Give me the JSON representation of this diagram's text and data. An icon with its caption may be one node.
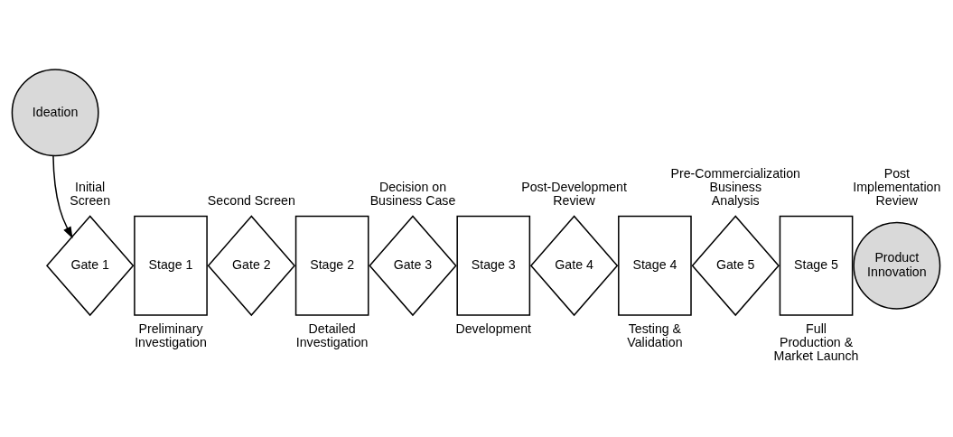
{
  "diagram": {
    "nodes": [
      {
        "text": [
          "Ideation"
        ]
      },
      {
        "text": [
          "Gate 1"
        ],
        "beside": [
          "Initial Screen"
        ]
      },
      {
        "text": [
          "Stage 1"
        ],
        "beside": [
          "Preliminary Investigation"
        ]
      },
      {
        "text": [
          "Gate 2"
        ],
        "beside": [
          "Second Screen"
        ]
      },
      {
        "text": [
          "Stage 2"
        ],
        "beside": [
          "Detailed Investigation"
        ]
      },
      {
        "text": [
          "Gate 3"
        ],
        "beside": [
          "Decision on Business Case"
        ]
      },
      {
        "text": [
          "Stage 3"
        ],
        "beside": [
          "Development"
        ]
      },
      {
        "text": [
          "Gate 4"
        ],
        "beside": [
          "Post-Development Review"
        ]
      },
      {
        "text": [
          "Stage 4"
        ],
        "beside": [
          "Testing & Validation"
        ]
      },
      {
        "text": [
          "Gate 5"
        ],
        "beside": [
          "Pre-Commercialization Business Analysis"
        ]
      },
      {
        "text": [
          "Stage 5"
        ],
        "beside": [
          "Full Production & Market Launch"
        ]
      },
      {
        "text": [
          "Product Innovation"
        ],
        "beside": [
          "Post Implementation Review"
        ]
      }
    ],
    "edges": [
      {
        "from": 0,
        "to": 1,
        "arrow": "to"
      }
    ]
  }
}
